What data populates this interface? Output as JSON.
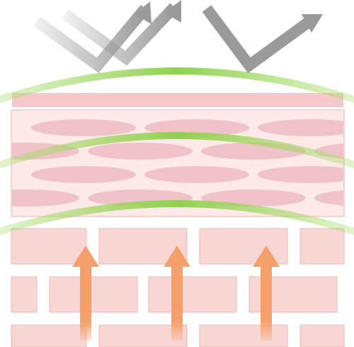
{
  "colors": {
    "background": "#ffffff",
    "stratum_fill": "#f7d6d3",
    "stratum_border": "#ffffff",
    "cell_ellipse": "#f0c3c8",
    "band_fill": "#fce9e8",
    "band_border": "#f2c7c7",
    "barrier_green": "#8fd14f",
    "gray_arrow": "#9a9a9a",
    "orange_arrow": "#f5a06c"
  },
  "icons": {
    "reflected_light_arrows": "light-reflection-arrow-icon",
    "moisture_arrows": "upward-arrow-icon"
  },
  "layers": [
    "outer-barrier",
    "flattened-cell-band",
    "inner-barrier",
    "lower-barrier",
    "brick-cell-layer"
  ]
}
